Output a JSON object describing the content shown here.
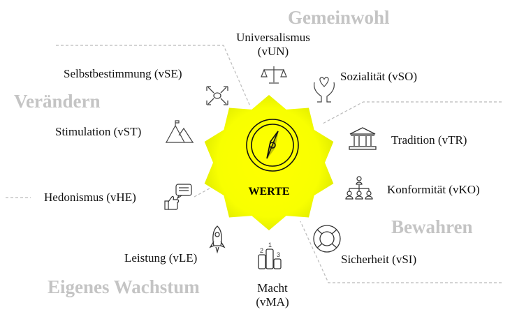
{
  "center": {
    "label": "WERTE",
    "icon": "compass-icon",
    "color": "#f5ff00"
  },
  "groups": {
    "gemeinwohl": "Gemeinwohl",
    "veraendern": "Verändern",
    "bewahren": "Bewahren",
    "wachstum": "Eigenes Wachstum"
  },
  "values": {
    "un_line1": "Universalismus",
    "un_line2": "(vUN)",
    "so": "Sozialität (vSO)",
    "tr": "Tradition (vTR)",
    "ko": "Konformität (vKO)",
    "si": "Sicherheit (vSI)",
    "ma_line1": "Macht",
    "ma_line2": "(vMA)",
    "le": "Leistung (vLE)",
    "he": "Hedonismus (vHE)",
    "st": "Stimulation (vST)",
    "se": "Selbstbestimmung (vSE)"
  }
}
